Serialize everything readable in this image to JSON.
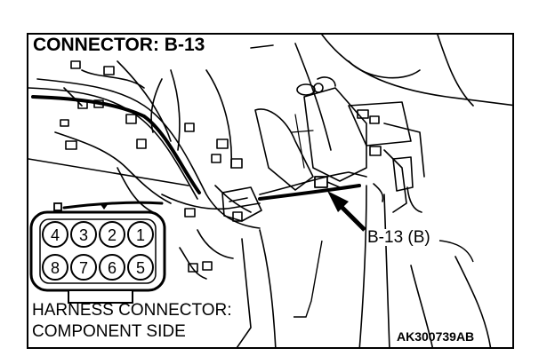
{
  "diagram": {
    "title": "CONNECTOR: B-13",
    "callout_label": "B-13 (B)",
    "caption_line1": "HARNESS CONNECTOR:",
    "caption_line2": "COMPONENT SIDE",
    "figure_code": "AK300739AB",
    "connector_pins_top": [
      "4",
      "3",
      "2",
      "1"
    ],
    "connector_pins_bottom": [
      "8",
      "7",
      "6",
      "5"
    ]
  }
}
